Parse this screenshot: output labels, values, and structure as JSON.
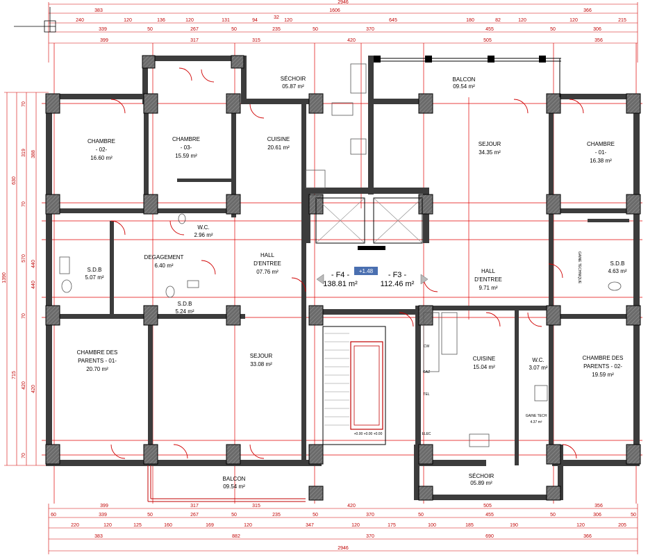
{
  "rooms": [
    {
      "name": "CHAMBRE",
      "sub": "- 02-",
      "area": "16.60 m²"
    },
    {
      "name": "CHAMBRE",
      "sub": "- 03-",
      "area": "15.59 m²"
    },
    {
      "name": "SÉCHOIR",
      "sub": "",
      "area": "05.87 m²"
    },
    {
      "name": "CUISINE",
      "sub": "",
      "area": "20.61 m²"
    },
    {
      "name": "BALCON",
      "sub": "",
      "area": "09.54 m²"
    },
    {
      "name": "SEJOUR",
      "sub": "",
      "area": "34.35 m²"
    },
    {
      "name": "CHAMBRE",
      "sub": "- 01-",
      "area": "16.38 m²"
    },
    {
      "name": "W.C.",
      "sub": "",
      "area": "2.96 m²"
    },
    {
      "name": "DEGAGEMENT",
      "sub": "",
      "area": "6.40 m²"
    },
    {
      "name": "HALL",
      "sub": "D'ENTREE",
      "area": "07.76 m²"
    },
    {
      "name": "S.D.B",
      "sub": "",
      "area": "5.07 m²"
    },
    {
      "name": "S.D.B",
      "sub": "",
      "area": "5.24 m²"
    },
    {
      "name": "HALL",
      "sub": "D'ENTREE",
      "area": "9.71 m²"
    },
    {
      "name": "S.D.B",
      "sub": "",
      "area": "4.63 m²"
    },
    {
      "name": "CHAMBRE DES",
      "sub": "PARENTS - 01-",
      "area": "20.70 m²"
    },
    {
      "name": "SEJOUR",
      "sub": "",
      "area": "33.08 m²"
    },
    {
      "name": "CUISINE",
      "sub": "",
      "area": "15.04 m²"
    },
    {
      "name": "W.C.",
      "sub": "",
      "area": "3.07 m²"
    },
    {
      "name": "CHAMBRE DES",
      "sub": "PARENTS - 02-",
      "area": "19.59 m²"
    },
    {
      "name": "BALCON",
      "sub": "",
      "area": "09.54 m²"
    },
    {
      "name": "SÉCHOIR",
      "sub": "",
      "area": "05.89 m²"
    },
    {
      "name": "GAINE TECH",
      "sub": "",
      "area": "4.37 m²"
    }
  ],
  "flats": {
    "left_label": "- F4 -",
    "left_area": "138.81 m²",
    "right_label": "- F3 -",
    "right_area": "112.46 m²",
    "center_tag": "+1.48"
  },
  "dims_top": {
    "overall": "2946",
    "row2": [
      "383",
      "1606",
      "32",
      "366"
    ],
    "row3": [
      "240",
      "120",
      "136",
      "120",
      "131",
      "94",
      "120",
      "645",
      "180",
      "82",
      "120",
      "120",
      "215"
    ],
    "row4": [
      "339",
      "50",
      "267",
      "50",
      "235",
      "50",
      "370",
      "455",
      "50",
      "306"
    ],
    "row5": [
      "399",
      "317",
      "315",
      "420",
      "505",
      "356"
    ]
  },
  "dims_bottom": {
    "row1": [
      "399",
      "317",
      "315",
      "420",
      "505",
      "356"
    ],
    "row2": [
      "60",
      "339",
      "50",
      "267",
      "50",
      "235",
      "50",
      "370",
      "50",
      "455",
      "50",
      "306",
      "50"
    ],
    "row3": [
      "220",
      "120",
      "125",
      "160",
      "169",
      "120",
      "347",
      "120",
      "175",
      "100",
      "185",
      "190",
      "120",
      "205"
    ],
    "row4": [
      "383",
      "882",
      "370",
      "690",
      "366"
    ],
    "overall": "2946"
  },
  "dims_left": {
    "outer": "1390",
    "mid": [
      "630",
      "715"
    ],
    "inner": [
      "70",
      "319",
      "70",
      "570",
      "70",
      "420",
      "70"
    ],
    "inner2": [
      "388",
      "440",
      "440",
      "420"
    ]
  },
  "labels": {
    "cw": "CW",
    "gaz": "GAZ",
    "tel": "TEL",
    "elec": "ELEC",
    "gaine": "GAINE TECHNIQUE",
    "stair_note": "+0.00 +0.00 +0.00"
  }
}
